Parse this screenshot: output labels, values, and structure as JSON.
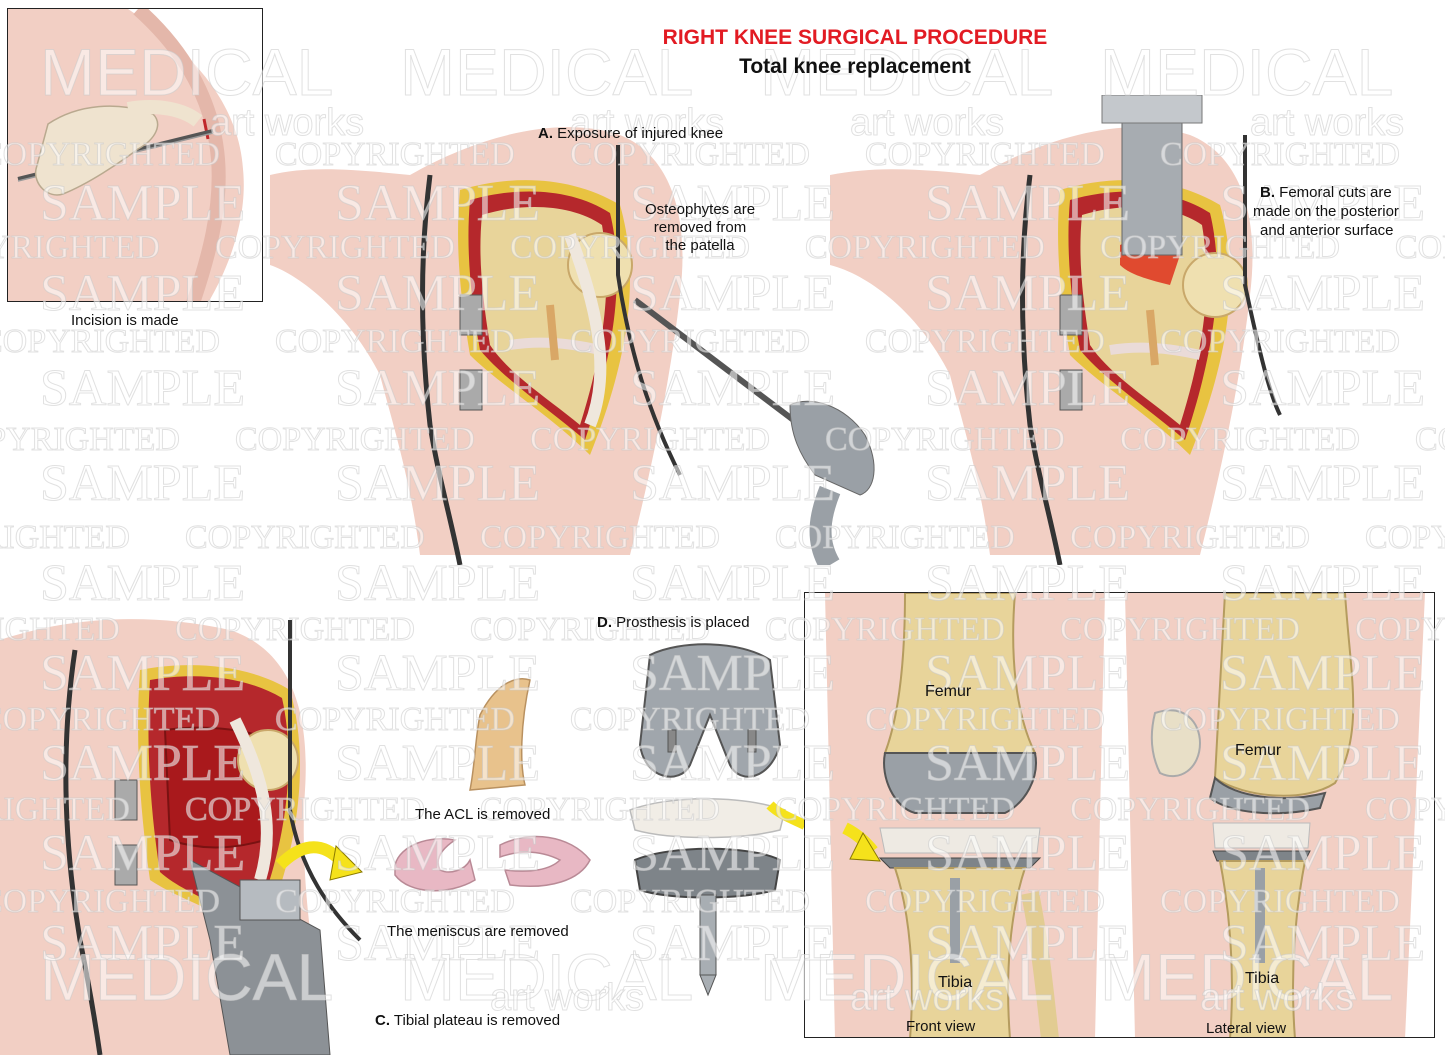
{
  "header": {
    "title": "RIGHT KNEE SURGICAL PROCEDURE",
    "subtitle": "Total knee replacement"
  },
  "inset": {
    "caption": "Incision is made"
  },
  "step_a": {
    "letter": "A.",
    "text": "Exposure of injured knee",
    "note_lines": [
      "Osteophytes are",
      "removed from",
      "the patella"
    ]
  },
  "step_b": {
    "letter": "B.",
    "lines": [
      "Femoral cuts are",
      "made on the posterior",
      "and anterior surface"
    ]
  },
  "step_c": {
    "letter": "C.",
    "text": "Tibial plateau is removed",
    "acl_caption": "The ACL is removed",
    "meniscus_caption": "The meniscus are removed"
  },
  "step_d": {
    "letter": "D.",
    "text": "Prosthesis is placed"
  },
  "final": {
    "front": {
      "femur": "Femur",
      "tibia": "Tibia",
      "caption": "Front view"
    },
    "lateral": {
      "femur": "Femur",
      "tibia": "Tibia",
      "caption": "Lateral view"
    }
  },
  "watermark": {
    "medical": "MEDICAL",
    "artworks": "art works",
    "copyrighted": "COPYRIGHTED",
    "sample": "SAMPLE"
  },
  "colors": {
    "title_red": "#e21b23",
    "skin": "#f2cfc4",
    "bone": "#e8d49a",
    "flesh_red": "#b5282c",
    "fat_yellow": "#e8c341",
    "metal": "#9aa0a6",
    "arrow_yellow": "#f5e21b"
  }
}
